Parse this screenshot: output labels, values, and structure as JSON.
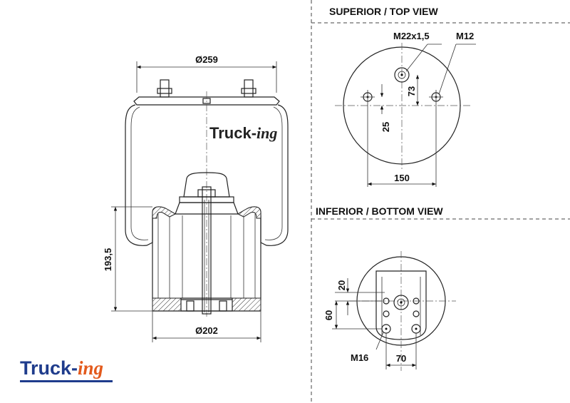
{
  "headers": {
    "top_view": "SUPERIOR / TOP VIEW",
    "bottom_view": "INFERIOR / BOTTOM VIEW"
  },
  "dimensions": {
    "top_diameter": "Ø259",
    "bottom_diameter": "Ø202",
    "height": "193,5",
    "top_thread_large": "M22x1,5",
    "top_thread_small": "M12",
    "top_offset_73": "73",
    "top_offset_25": "25",
    "top_spacing_150": "150",
    "bottom_20": "20",
    "bottom_60": "60",
    "bottom_thread": "M16",
    "bottom_70": "70"
  },
  "brand": {
    "label_body": "Truck-",
    "label_suffix": "ing",
    "logo_main": "Truck-",
    "logo_suffix": "ing",
    "logo_color": "#1f3c8c",
    "logo_accent": "#e35a1c"
  }
}
